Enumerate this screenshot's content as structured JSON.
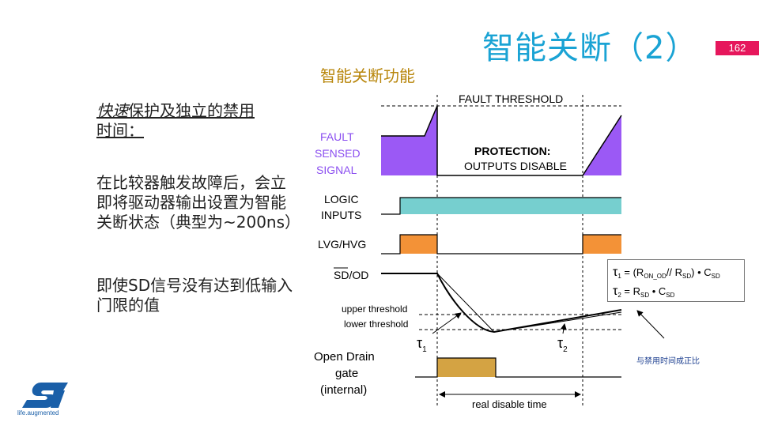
{
  "slide": {
    "title": "智能关断（2）",
    "page_number": "162",
    "subtitle": "智能关断功能"
  },
  "left": {
    "p1_italic": "快速",
    "p1_rest": "保护及独立的禁用",
    "p1_line2": "时间：",
    "p2": "在比较器触发故障后，会立即将驱动器输出设置为智能关断状态（典型为~200ns）",
    "p3": "即使SD信号没有达到低输入门限的值"
  },
  "diagram": {
    "fault_threshold": "FAULT THRESHOLD",
    "fault_label_1": "FAULT",
    "fault_label_2": "SENSED",
    "fault_label_3": "SIGNAL",
    "protection_1": "PROTECTION:",
    "protection_2": "OUTPUTS DISABLE",
    "logic_1": "LOGIC",
    "logic_2": "INPUTS",
    "lvg": "LVG/HVG",
    "sd_bar": "SD",
    "sd_rest": "/OD",
    "upper_threshold": "upper threshold",
    "lower_threshold": "lower threshold",
    "tau1": "τ",
    "tau1_sub": "1",
    "tau2": "τ",
    "tau2_sub": "2",
    "open_drain_1": "Open Drain",
    "open_drain_2": "gate",
    "open_drain_3": "(internal)",
    "real_disable": "real disable time",
    "colors": {
      "fault": "#9b59f5",
      "logic": "#76cfcf",
      "lvg": "#f39237",
      "gate": "#d4a343"
    }
  },
  "formula": {
    "line1_tau": "τ",
    "line1_sub": "1",
    "line1_a": " = (R",
    "line1_a_sub": "ON_OD",
    "line1_b": "// R",
    "line1_b_sub": "SD",
    "line1_c": ") • C",
    "line1_c_sub": "SD",
    "line2_tau": "τ",
    "line2_sub": "2",
    "line2_a": " = R",
    "line2_a_sub": "SD",
    "line2_b": " • C",
    "line2_b_sub": "SD"
  },
  "note": "与禁用时间成正比",
  "logo": {
    "tagline": "life.augmented"
  }
}
